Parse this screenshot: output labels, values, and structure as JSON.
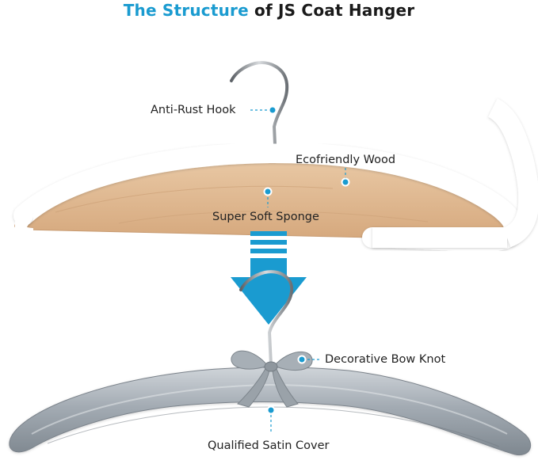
{
  "title": {
    "accent": "The Structure",
    "rest": " of JS Coat Hanger"
  },
  "labels": {
    "hook": "Anti-Rust Hook",
    "wood": "Ecofriendly Wood",
    "sponge": "Super Soft Sponge",
    "bow": "Decorative Bow Knot",
    "satin": "Qualified Satin Cover"
  },
  "colors": {
    "accent": "#1a9bd0",
    "wood": "#e2bd97",
    "sponge": "#ffffff",
    "satin": "#a5adb5",
    "metal": "#8a8f95"
  }
}
